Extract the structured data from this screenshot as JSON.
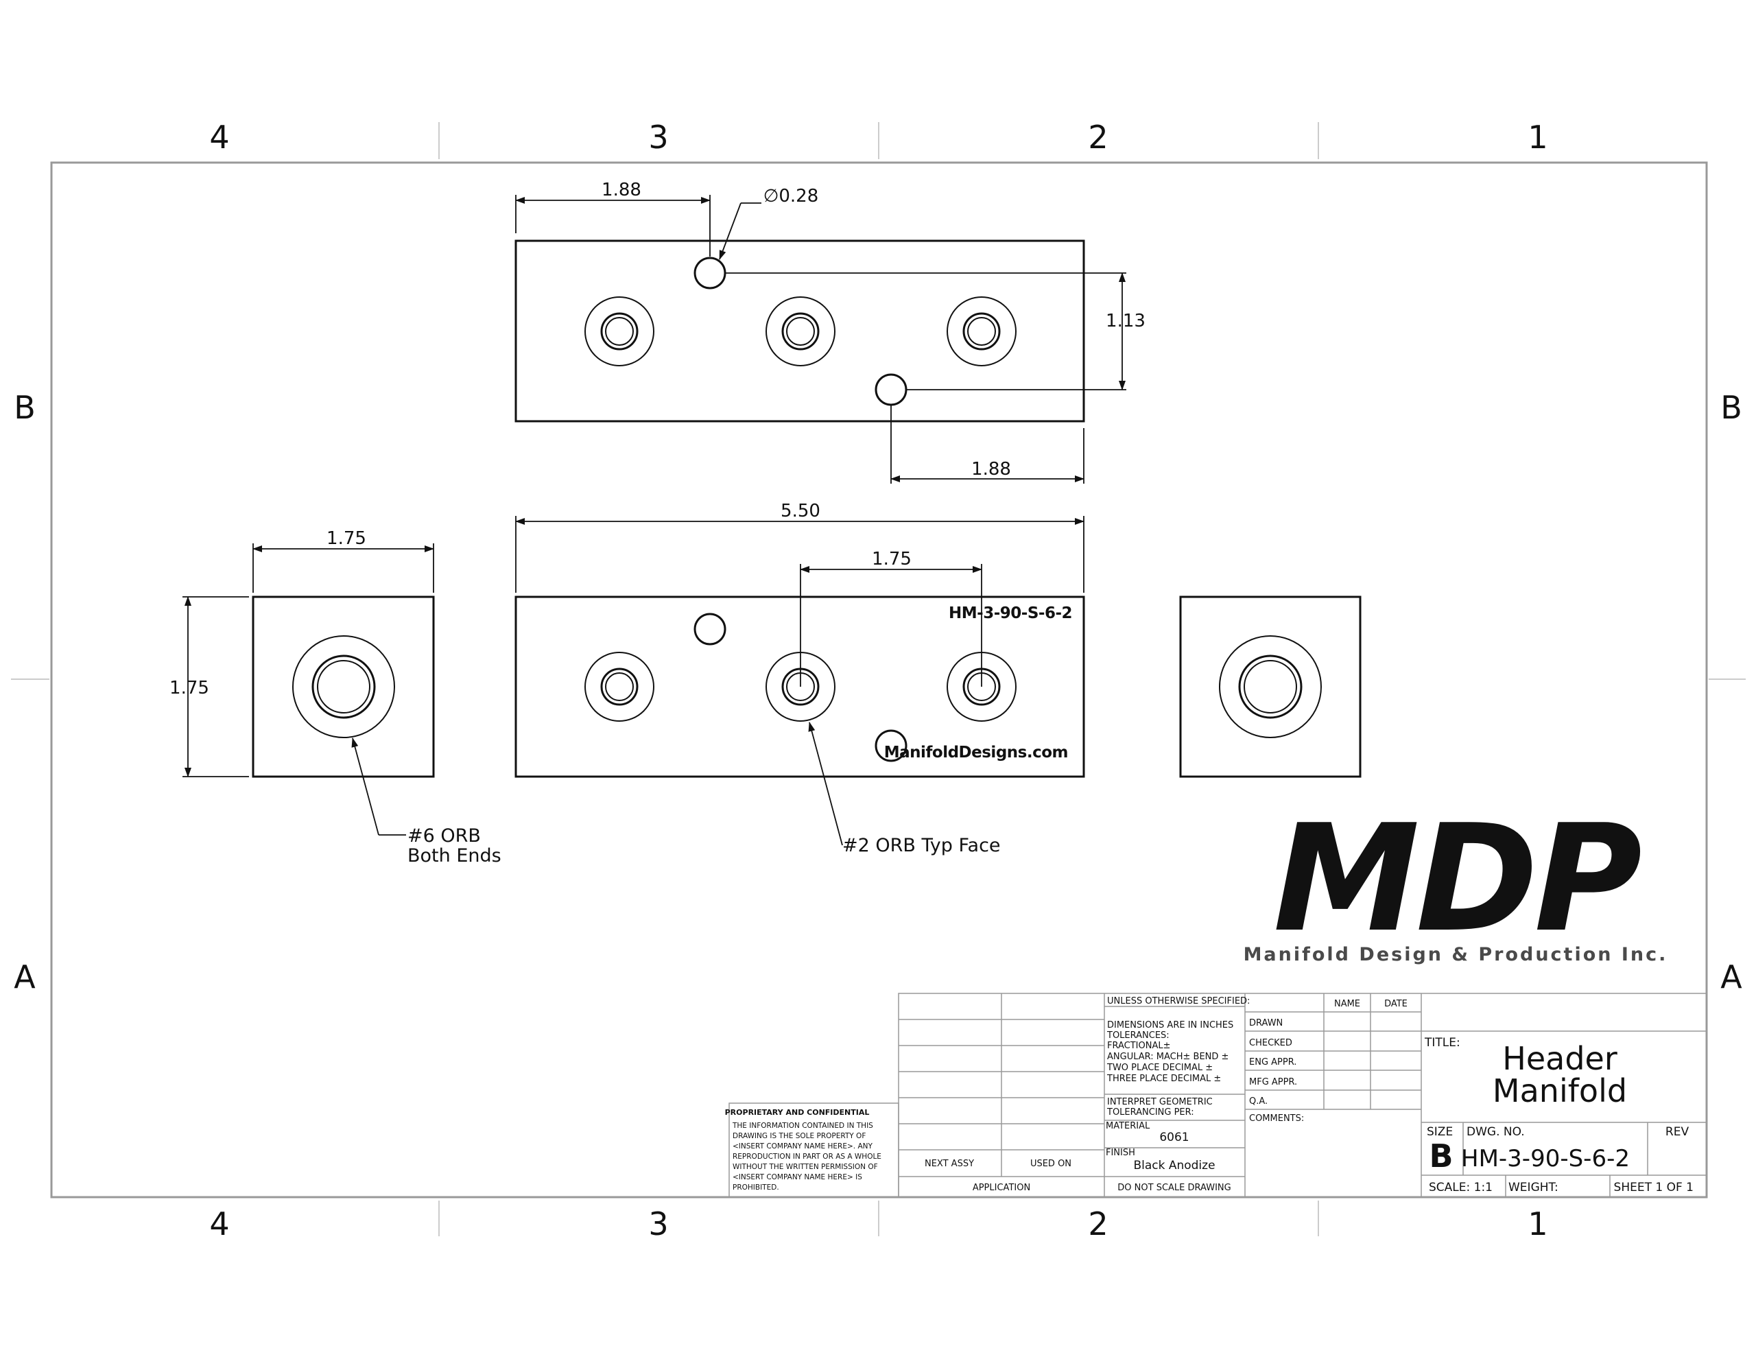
{
  "zones": {
    "columns": [
      "4",
      "3",
      "2",
      "1"
    ],
    "rows": [
      "B",
      "A"
    ]
  },
  "views": {
    "top": {
      "dim_hole_left": "1.88",
      "dim_hole_right": "1.88",
      "dim_hole_diameter": "∅0.28",
      "dim_hole_vertical": "1.13"
    },
    "front": {
      "dim_length": "5.50",
      "dim_port_spacing": "1.75",
      "engraving_part_number": "HM-3-90-S-6-2",
      "engraving_website": "ManifoldDesigns.com"
    },
    "side": {
      "dim_width": "1.75",
      "dim_height": "1.75"
    }
  },
  "notes": {
    "end_ports_line1": "#6 ORB",
    "end_ports_line2": "Both Ends",
    "face_ports": "#2 ORB Typ Face"
  },
  "logo": {
    "mark": "MDP",
    "company": "Manifold Design & Production Inc.",
    "color_dark": "#0d2f77",
    "color_light": "#5a86d8"
  },
  "title_block": {
    "unless_specified": "UNLESS OTHERWISE SPECIFIED:",
    "tolerances": [
      "DIMENSIONS ARE IN INCHES",
      "TOLERANCES:",
      "FRACTIONAL±",
      "ANGULAR: MACH±    BEND ±",
      "TWO PLACE DECIMAL    ±",
      "THREE PLACE DECIMAL  ±"
    ],
    "interpret": [
      "INTERPRET GEOMETRIC",
      "TOLERANCING PER:"
    ],
    "material_label": "MATERIAL",
    "material": "6061",
    "finish_label": "FINISH",
    "finish": "Black Anodize",
    "next_assy": "NEXT ASSY",
    "used_on": "USED ON",
    "application": "APPLICATION",
    "do_not_scale": "DO NOT SCALE DRAWING",
    "name_header": "NAME",
    "date_header": "DATE",
    "signoffs": [
      "DRAWN",
      "CHECKED",
      "ENG APPR.",
      "MFG APPR.",
      "Q.A."
    ],
    "comments_label": "COMMENTS:",
    "title_label": "TITLE:",
    "title_line1": "Header",
    "title_line2": "Manifold",
    "size_label": "SIZE",
    "size": "B",
    "dwg_no_label": "DWG.  NO.",
    "dwg_no": "HM-3-90-S-6-2",
    "rev_label": "REV",
    "scale": "SCALE: 1:1",
    "weight": "WEIGHT:",
    "sheet": "SHEET 1 OF 1"
  },
  "proprietary": {
    "heading": "PROPRIETARY AND CONFIDENTIAL",
    "lines": [
      "THE INFORMATION CONTAINED IN THIS",
      "DRAWING IS THE SOLE PROPERTY OF",
      "<INSERT COMPANY NAME HERE>.  ANY",
      "REPRODUCTION IN PART OR AS A WHOLE",
      "WITHOUT THE WRITTEN PERMISSION OF",
      "<INSERT COMPANY NAME HERE> IS",
      "PROHIBITED."
    ]
  }
}
